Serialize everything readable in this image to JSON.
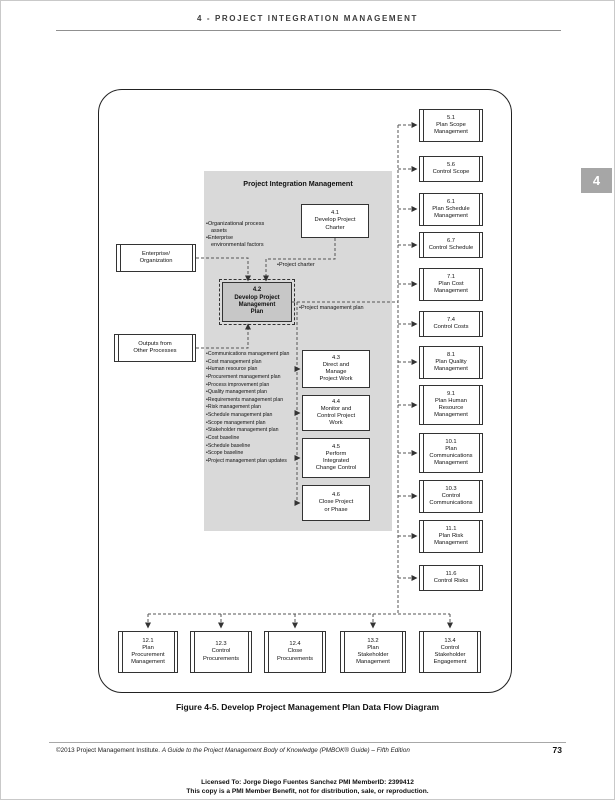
{
  "header": {
    "chapter_label": "4 - PROJECT INTEGRATION MANAGEMENT",
    "side_tab": "4"
  },
  "diagram": {
    "panel_title": "Project Integration Management",
    "processes": [
      {
        "code": "4.1",
        "name": "Develop Project\nCharter"
      },
      {
        "code": "4.2",
        "name": "Develop Project\nManagement\nPlan"
      },
      {
        "code": "4.3",
        "name": "Direct and\nManage\nProject Work"
      },
      {
        "code": "4.4",
        "name": "Monitor and\nControl Project\nWork"
      },
      {
        "code": "4.5",
        "name": "Perform\nIntegrated\nChange Control"
      },
      {
        "code": "4.6",
        "name": "Close Project\nor Phase"
      }
    ],
    "external_left": [
      {
        "label": "Enterprise/\nOrganization"
      },
      {
        "label": "Outputs from\nOther Processes"
      }
    ],
    "right_column": [
      {
        "code": "5.1",
        "name": "Plan Scope\nManagement"
      },
      {
        "code": "5.6",
        "name": "Control Scope"
      },
      {
        "code": "6.1",
        "name": "Plan Schedule\nManagement"
      },
      {
        "code": "6.7",
        "name": "Control Schedule"
      },
      {
        "code": "7.1",
        "name": "Plan Cost\nManagement"
      },
      {
        "code": "7.4",
        "name": "Control Costs"
      },
      {
        "code": "8.1",
        "name": "Plan Quality\nManagement"
      },
      {
        "code": "9.1",
        "name": "Plan Human\nResource\nManagement"
      },
      {
        "code": "10.1",
        "name": "Plan\nCommunications\nManagement"
      },
      {
        "code": "10.3",
        "name": "Control\nCommunications"
      },
      {
        "code": "11.1",
        "name": "Plan Risk\nManagement"
      },
      {
        "code": "11.6",
        "name": "Control Risks"
      }
    ],
    "bottom_row": [
      {
        "code": "12.1",
        "name": "Plan\nProcurement\nManagement"
      },
      {
        "code": "12.3",
        "name": "Control\nProcurements"
      },
      {
        "code": "12.4",
        "name": "Close\nProcurements"
      },
      {
        "code": "13.2",
        "name": "Plan\nStakeholder\nManagement"
      },
      {
        "code": "13.4",
        "name": "Control\nStakeholder\nEngagement"
      }
    ],
    "annotations": {
      "top_inputs": [
        "Organizational process\nassets",
        "Enterprise\nenvironmental factors"
      ],
      "charter_label": "Project charter",
      "pm_plan_label": "Project management plan",
      "plan_components": [
        "Communications management plan",
        "Cost management plan",
        "Human resource plan",
        "Procurement management plan",
        "Process improvement plan",
        "Quality management plan",
        "Requirements management plan",
        "Risk management plan",
        "Schedule management plan",
        "Scope management plan",
        "Stakeholder management plan",
        "Cost baseline",
        "Schedule baseline",
        "Scope baseline",
        "Project management plan updates"
      ]
    }
  },
  "caption": "Figure 4-5. Develop Project Management Plan Data Flow Diagram",
  "footer": {
    "copyright": "©2013 Project Management Institute.",
    "book_title": "A Guide to the Project Management Body of Knowledge (PMBOK® Guide) – Fifth Edition",
    "page_number": "73",
    "license_line1": "Licensed To: Jorge Diego Fuentes Sanchez PMI MemberID: 2399412",
    "license_line2": "This copy is a PMI Member Benefit, not for distribution, sale, or reproduction."
  }
}
